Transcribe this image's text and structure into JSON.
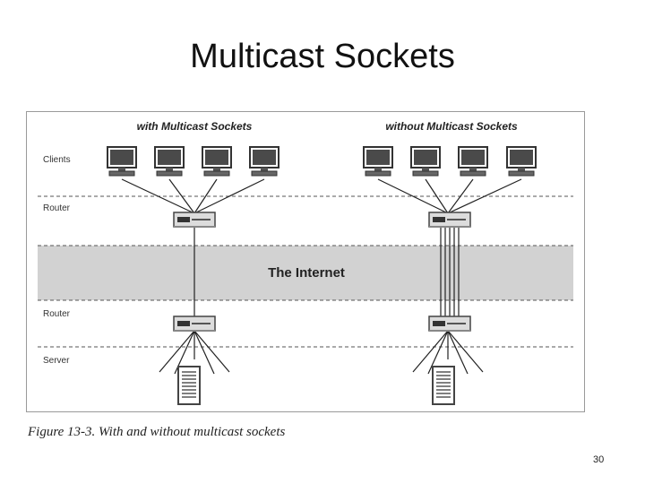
{
  "slide": {
    "title": "Multicast Sockets",
    "page_number": "30"
  },
  "figure": {
    "caption": "Figure 13-3. With and without multicast sockets",
    "left_heading": "with Multicast Sockets",
    "right_heading": "without Multicast Sockets",
    "layers": {
      "clients": "Clients",
      "router_top": "Router",
      "internet": "The Internet",
      "router_bottom": "Router",
      "server": "Server"
    },
    "icons": {
      "client": "monitor-icon",
      "router": "router-icon",
      "server": "server-tower-icon"
    },
    "colors": {
      "internet_band": "#d2d2d2",
      "line": "#222222"
    }
  }
}
